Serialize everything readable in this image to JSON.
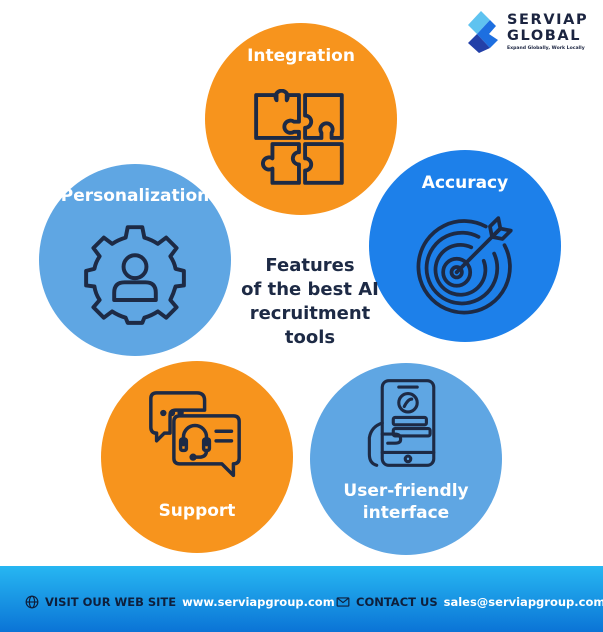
{
  "logo": {
    "name": "SERVIAP\nGLOBAL",
    "tagline": "Expand Globally, Work Locally",
    "mark_icon": "serviap-logo-mark"
  },
  "colors": {
    "orange": "#f7941d",
    "light_blue": "#5fa6e3",
    "dark_blue": "#1d80ea",
    "title_text": "#1d2a45",
    "icon_stroke": "#1d2a45"
  },
  "center_title": "Features\nof the best AI\nrecruitment\ntools",
  "features": [
    {
      "label": "Integration",
      "icon": "puzzle-icon"
    },
    {
      "label": "Personalization",
      "icon": "gear-person-icon"
    },
    {
      "label": "Accuracy",
      "icon": "target-icon"
    },
    {
      "label": "Support",
      "icon": "chat-headset-icon"
    },
    {
      "label": "User-friendly\ninterface",
      "icon": "smartphone-hand-icon"
    }
  ],
  "footer": {
    "website": {
      "label": "VISIT OUR WEB SITE",
      "value": "www.serviapgroup.com",
      "icon": "globe-icon"
    },
    "contact": {
      "label": "CONTACT US",
      "value": "sales@serviapgroup.com",
      "icon": "mail-icon"
    }
  }
}
